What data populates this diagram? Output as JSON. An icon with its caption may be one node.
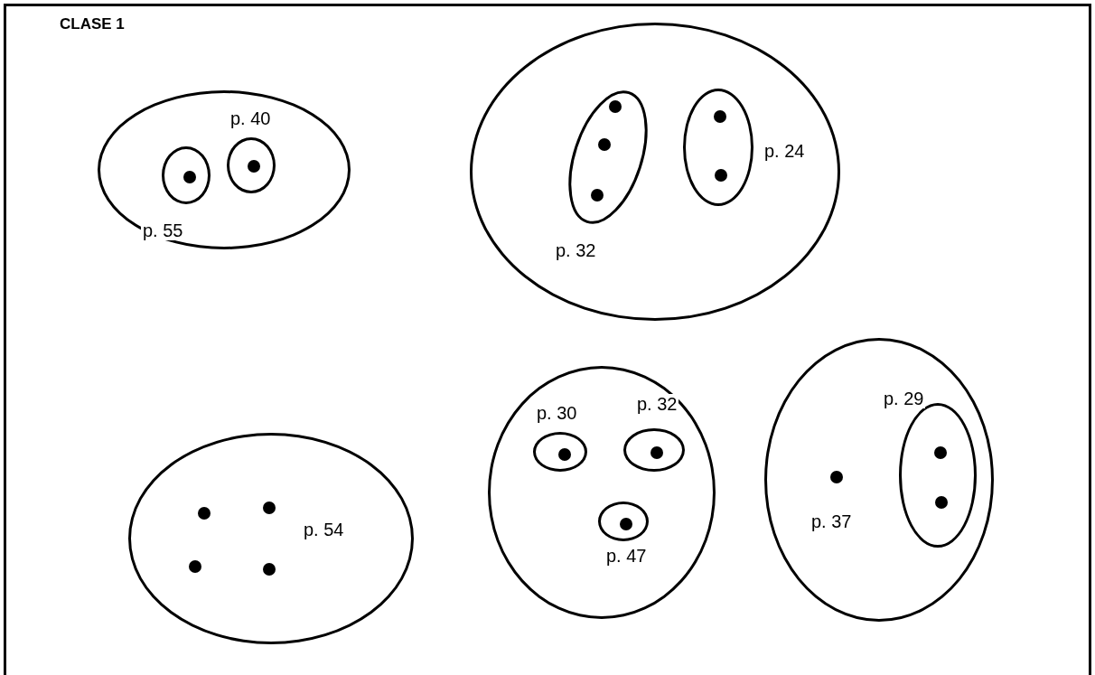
{
  "diagram": {
    "nodes": [
      {
        "text": [
          "CLASE 1"
        ]
      },
      {
        "text": [],
        "shape": "ellipse",
        "in": 0
      },
      {
        "text": [],
        "shape": "ellipse",
        "in": 1,
        "beside": [
          "p. 55"
        ]
      },
      {
        "text": [],
        "shape": "dot",
        "in": 2
      },
      {
        "text": [],
        "shape": "ellipse",
        "in": 1,
        "beside": [
          "p. 40"
        ]
      },
      {
        "text": [],
        "shape": "dot",
        "in": 4
      },
      {
        "text": [],
        "shape": "ellipse",
        "in": 0
      },
      {
        "text": [],
        "shape": "ellipse",
        "in": 6,
        "beside": [
          "p. 32"
        ]
      },
      {
        "text": [],
        "shape": "dot",
        "in": 7
      },
      {
        "text": [],
        "shape": "dot",
        "in": 7
      },
      {
        "text": [],
        "shape": "dot",
        "in": 7
      },
      {
        "text": [],
        "shape": "ellipse",
        "in": 6,
        "beside": [
          "p. 24"
        ]
      },
      {
        "text": [],
        "shape": "dot",
        "in": 11
      },
      {
        "text": [],
        "shape": "dot",
        "in": 11
      },
      {
        "text": [],
        "shape": "ellipse",
        "in": 0,
        "beside": [
          "p. 54"
        ]
      },
      {
        "text": [],
        "shape": "dot",
        "in": 14
      },
      {
        "text": [],
        "shape": "dot",
        "in": 14
      },
      {
        "text": [],
        "shape": "dot",
        "in": 14
      },
      {
        "text": [],
        "shape": "dot",
        "in": 14
      },
      {
        "text": [],
        "shape": "ellipse",
        "in": 0
      },
      {
        "text": [],
        "shape": "ellipse",
        "in": 19,
        "beside": [
          "p. 30"
        ]
      },
      {
        "text": [],
        "shape": "dot",
        "in": 20
      },
      {
        "text": [],
        "shape": "ellipse",
        "in": 19,
        "beside": [
          "p. 32"
        ]
      },
      {
        "text": [],
        "shape": "dot",
        "in": 22
      },
      {
        "text": [],
        "shape": "ellipse",
        "in": 19,
        "beside": [
          "p. 47"
        ]
      },
      {
        "text": [],
        "shape": "dot",
        "in": 24
      },
      {
        "text": [],
        "shape": "ellipse",
        "in": 0
      },
      {
        "text": [],
        "shape": "dot",
        "in": 26,
        "beside": [
          "p. 37"
        ]
      },
      {
        "text": [],
        "shape": "ellipse",
        "in": 26,
        "beside": [
          "p. 29"
        ]
      },
      {
        "text": [],
        "shape": "dot",
        "in": 28
      },
      {
        "text": [],
        "shape": "dot",
        "in": 28
      }
    ]
  }
}
